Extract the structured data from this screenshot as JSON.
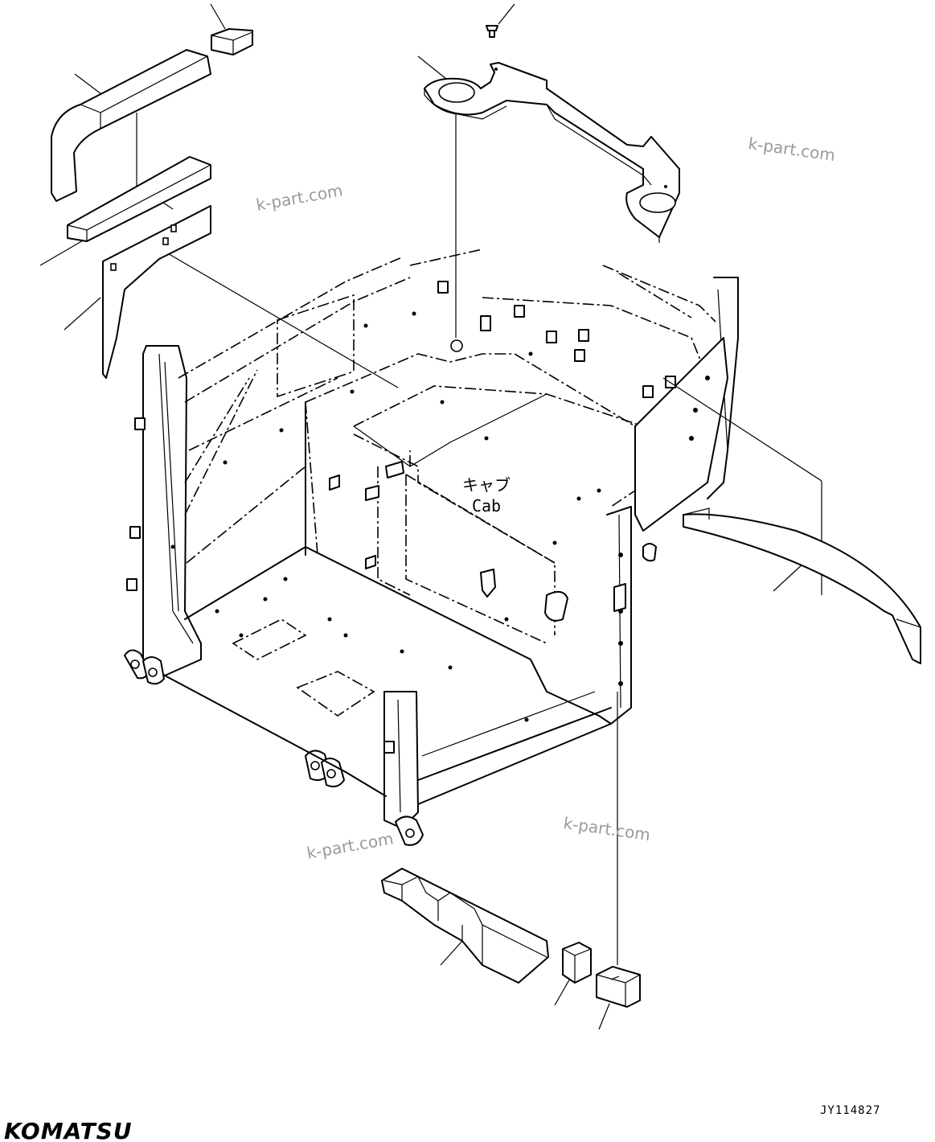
{
  "labels": {
    "cab_jp": "キャブ",
    "cab_en": "Cab"
  },
  "watermarks": [
    "k-part.com",
    "k-part.com",
    "k-part.com",
    "k-part.com"
  ],
  "drawing_code": "JY114827",
  "brand": "KOMATSU",
  "colors": {
    "line": "#000000",
    "watermark": "#9a9a9a",
    "background": "#ffffff"
  }
}
